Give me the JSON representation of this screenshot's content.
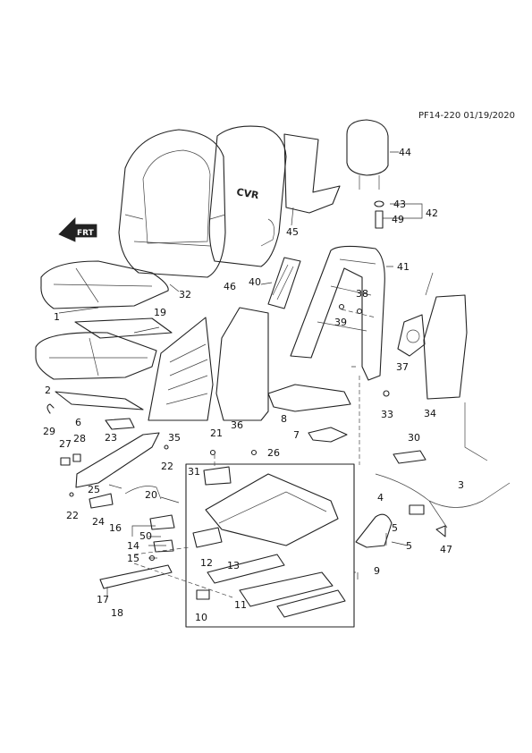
{
  "figure_code": "PF14-220 01/19/2020",
  "frt_label": "FRT",
  "cvr_label": "CVR",
  "callouts": {
    "c1": "1",
    "c2": "2",
    "c3": "3",
    "c4": "4",
    "c5a": "5",
    "c5b": "5",
    "c6": "6",
    "c7": "7",
    "c8": "8",
    "c9": "9",
    "c10": "10",
    "c11": "11",
    "c12": "12",
    "c13": "13",
    "c14": "14",
    "c15": "15",
    "c16": "16",
    "c17": "17",
    "c18": "18",
    "c19": "19",
    "c20": "20",
    "c21": "21",
    "c22a": "22",
    "c22b": "22",
    "c23": "23",
    "c24": "24",
    "c25": "25",
    "c26": "26",
    "c27": "27",
    "c28": "28",
    "c29": "29",
    "c30": "30",
    "c31": "31",
    "c32": "32",
    "c33": "33",
    "c34": "34",
    "c35": "35",
    "c36": "36",
    "c37": "37",
    "c38": "38",
    "c39": "39",
    "c40": "40",
    "c41": "41",
    "c42": "42",
    "c43": "43",
    "c44": "44",
    "c45": "45",
    "c46": "46",
    "c47": "47",
    "c49": "49",
    "c50": "50"
  }
}
